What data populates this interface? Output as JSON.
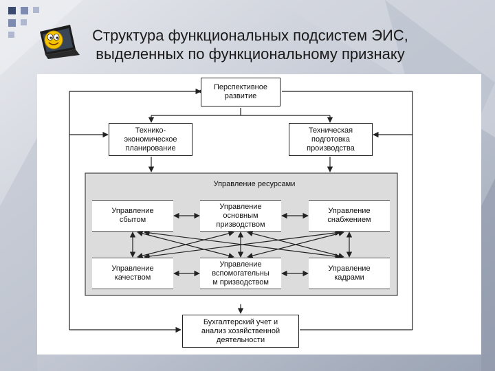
{
  "title": {
    "line1": "Структура функциональных подсистем ЭИС,",
    "line2": "выделенных по функциональному признаку"
  },
  "diagram": {
    "top": [
      "Перспективное",
      "развитие"
    ],
    "left_plan": [
      "Технико-",
      "экономическое",
      "планирование"
    ],
    "right_plan": [
      "Техническая",
      "подготовка",
      "производства"
    ],
    "resources_label": "Управление ресурсами",
    "sales": [
      "Управление",
      "сбытом"
    ],
    "main_production": [
      "Управление",
      "основным",
      "призводством"
    ],
    "supply": [
      "Управление",
      "снабжением"
    ],
    "quality": [
      "Управление",
      "качеством"
    ],
    "aux_production": [
      "Управление",
      "вспомогательны",
      "м призводством"
    ],
    "personnel": [
      "Управление",
      "кадрами"
    ],
    "accounting": [
      "Бухгалтерский учет и",
      "анализ хозяйственной",
      "деятельности"
    ]
  },
  "colors": {
    "panel": "#ffffff",
    "resources_fill": "#dcdcdc",
    "line": "#222222",
    "background": "#c7ccd6"
  },
  "icons": [
    "smiley-laptop-icon"
  ]
}
